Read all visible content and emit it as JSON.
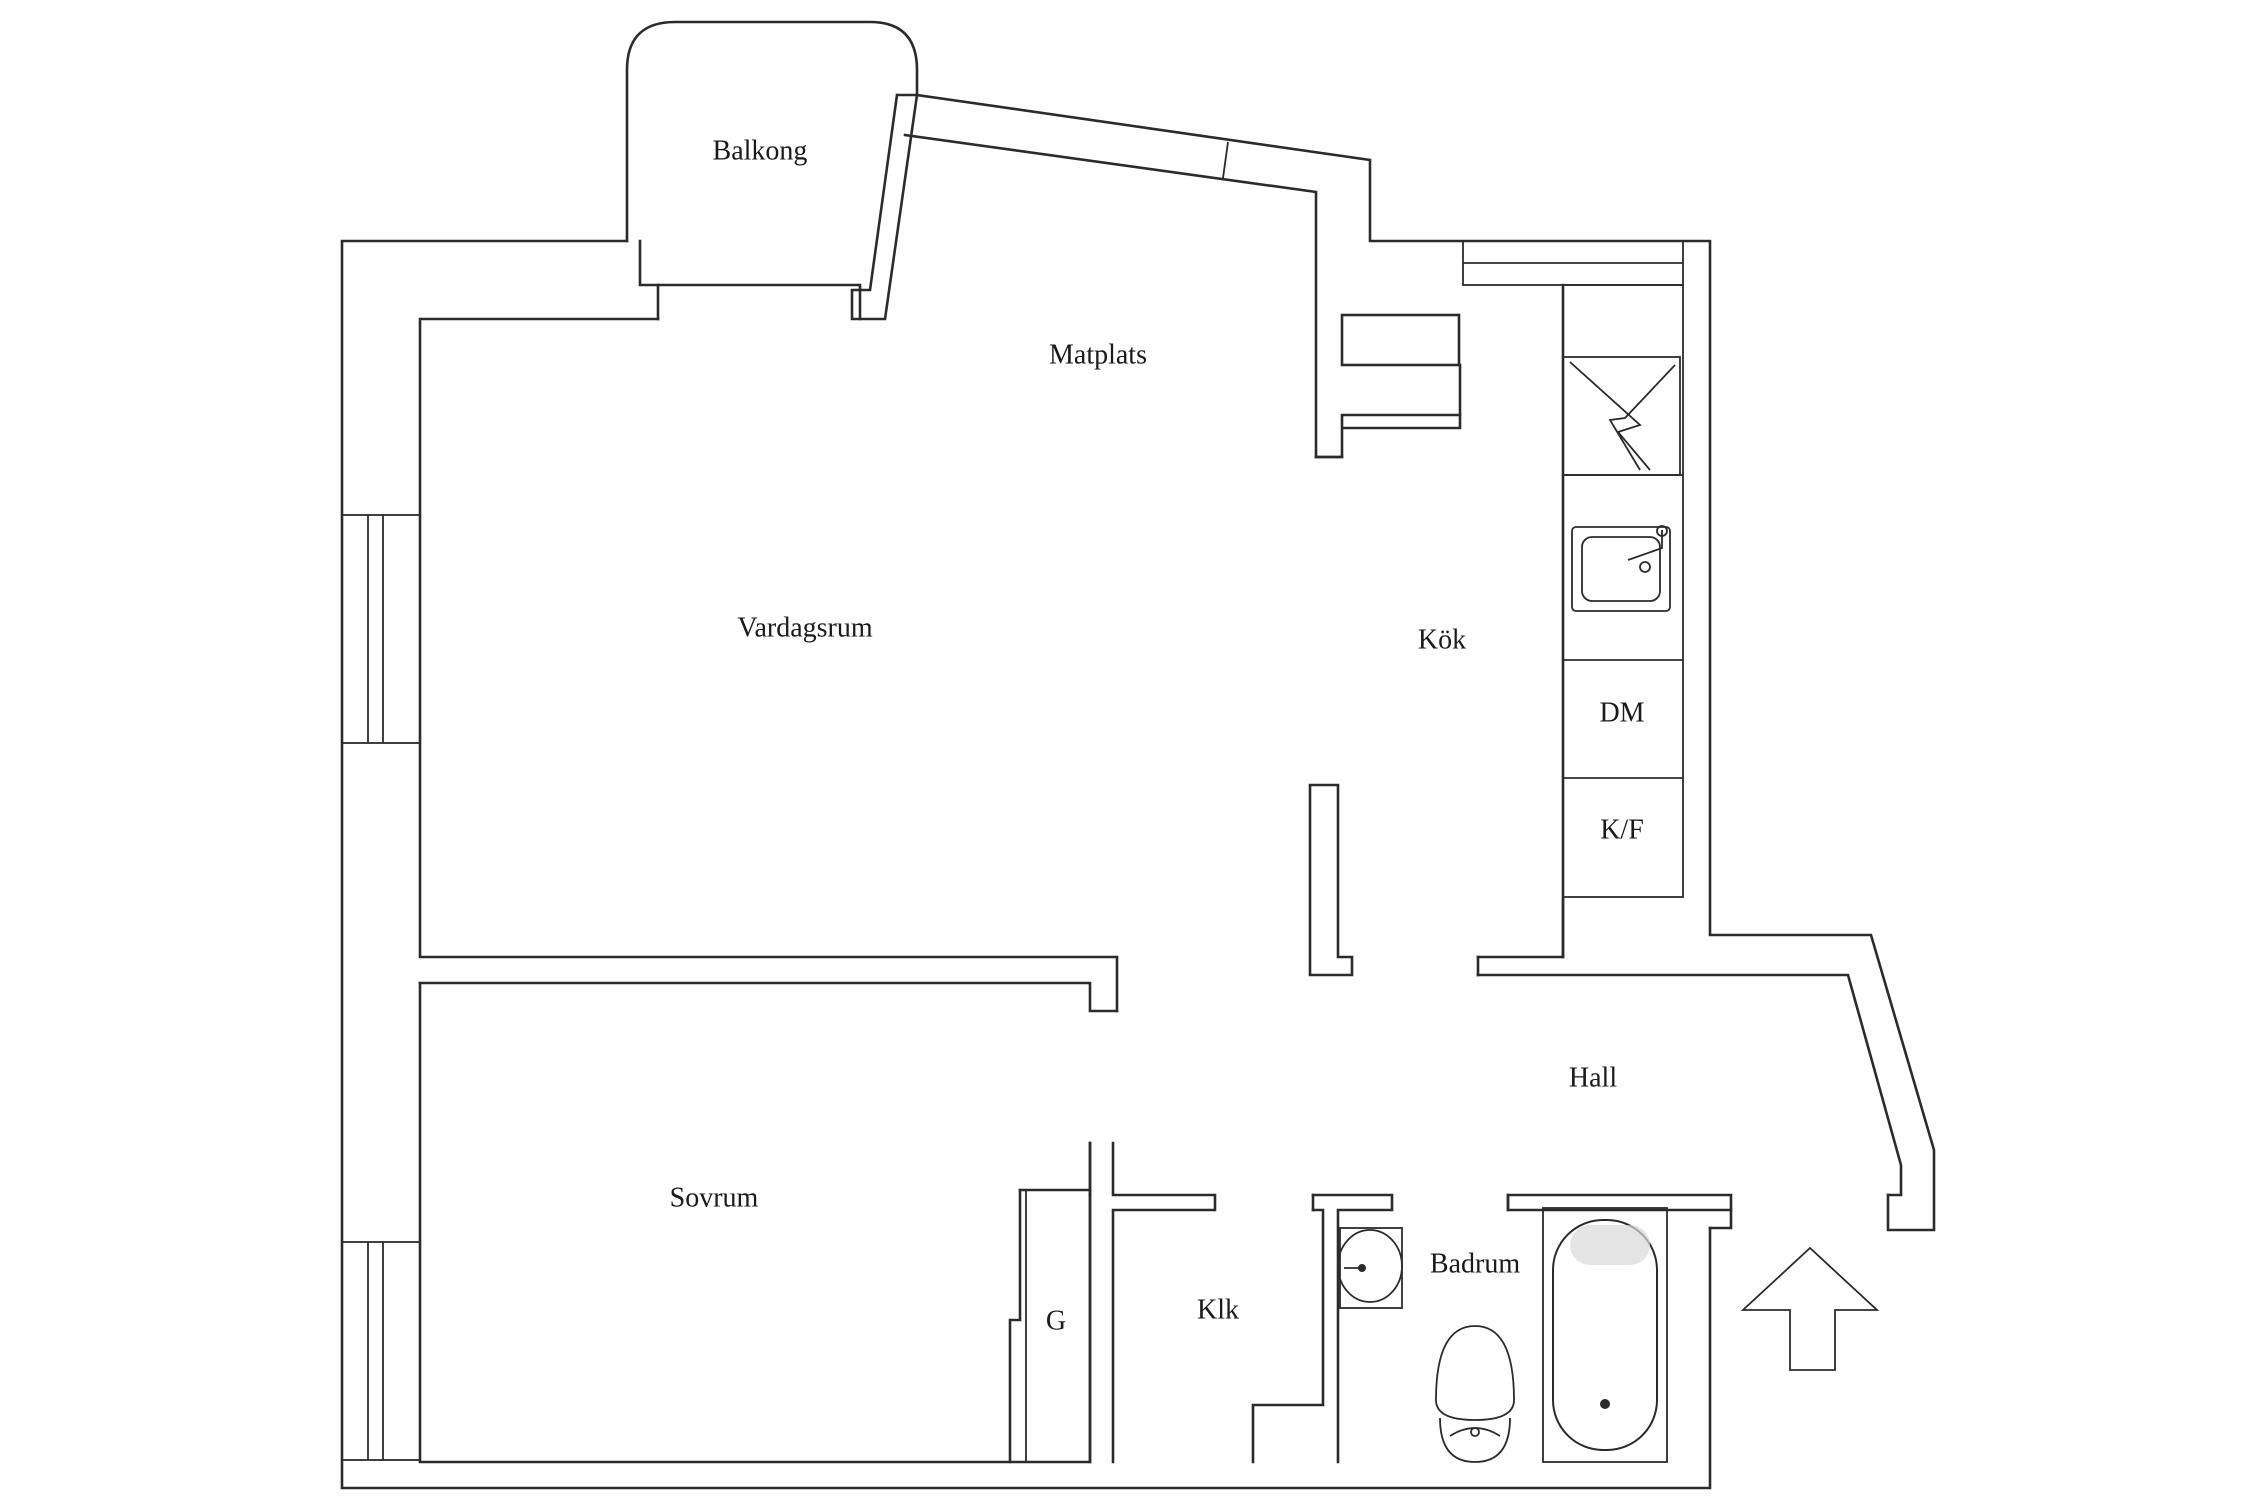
{
  "rooms": {
    "balkong": "Balkong",
    "matplats": "Matplats",
    "vardagsrum": "Vardagsrum",
    "kok": "Kök",
    "dm": "DM",
    "kf": "K/F",
    "hall": "Hall",
    "sovrum": "Sovrum",
    "klk": "Klk",
    "g": "G",
    "badrum": "Badrum"
  },
  "colors": {
    "wall": "#2b2b2b",
    "background": "#ffffff"
  },
  "icons": [
    "stove-icon",
    "kitchen-sink-icon",
    "wash-basin-icon",
    "toilet-icon",
    "bathtub-icon",
    "entrance-arrow-icon"
  ]
}
